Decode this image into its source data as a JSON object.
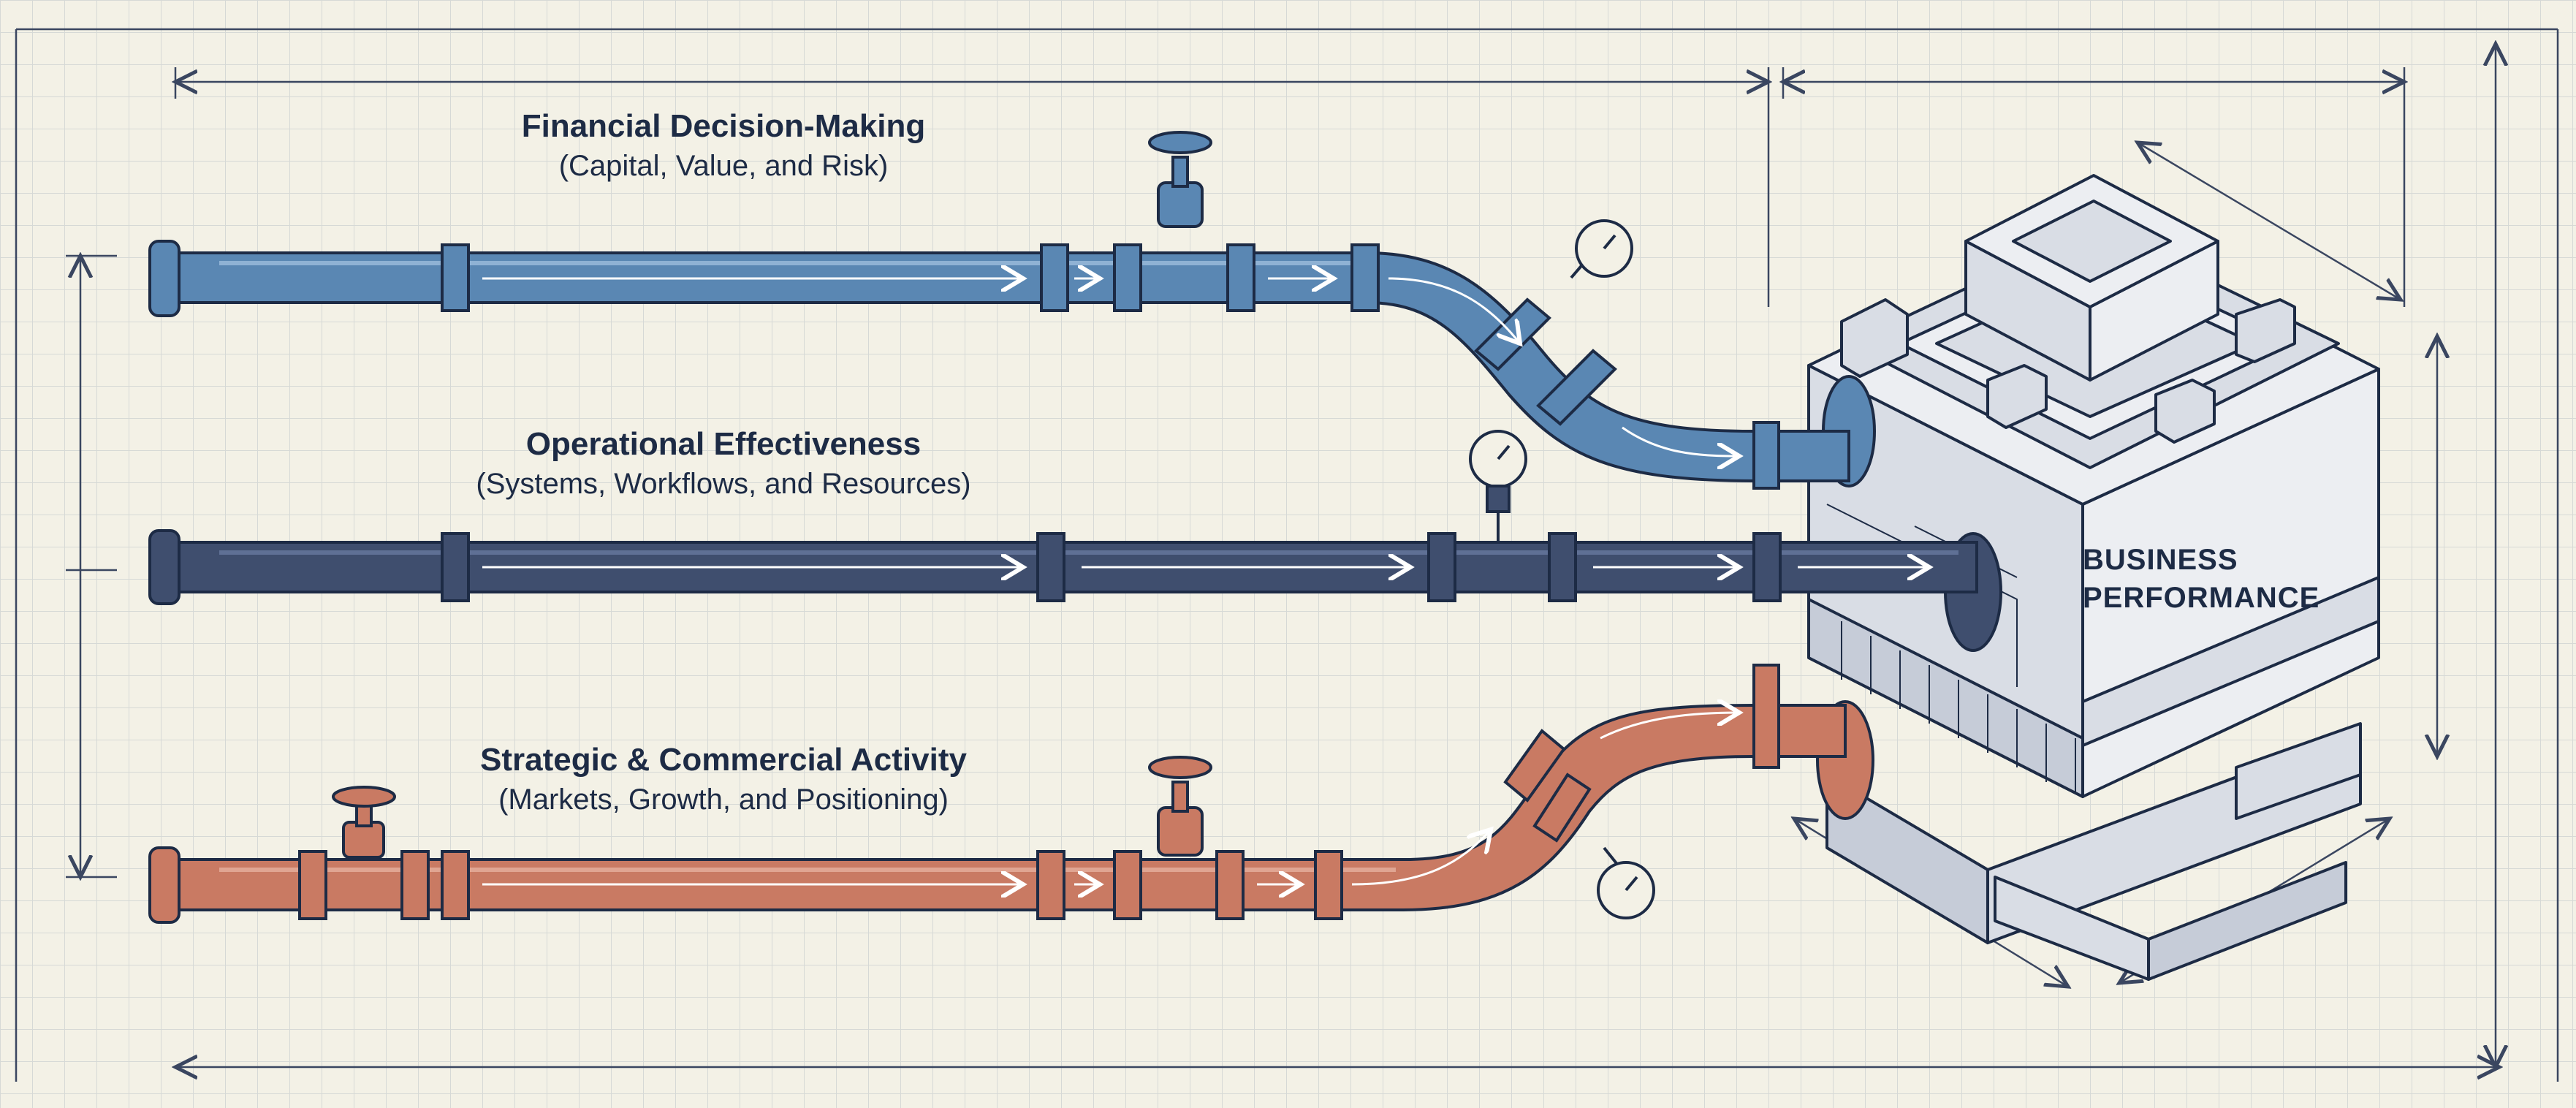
{
  "pipelines": [
    {
      "id": "financial",
      "title": "Financial Decision-Making",
      "subtitle": "(Capital, Value, and Risk)",
      "color": "#5a87b3"
    },
    {
      "id": "operational",
      "title": "Operational Effectiveness",
      "subtitle": "(Systems, Workflows, and Resources)",
      "color": "#3f4e6e"
    },
    {
      "id": "strategic",
      "title": "Strategic & Commercial Activity",
      "subtitle": "(Markets, Growth, and Positioning)",
      "color": "#c97a63"
    }
  ],
  "destination": {
    "label_line1": "BUSINESS",
    "label_line2": "PERFORMANCE"
  },
  "colors": {
    "paper": "#f3f1e6",
    "grid": "#d6d9d6",
    "outline": "#1d2b45",
    "machine_light": "#eceef2",
    "machine_mid": "#d9dde5",
    "machine_dark": "#c6ccd8"
  }
}
